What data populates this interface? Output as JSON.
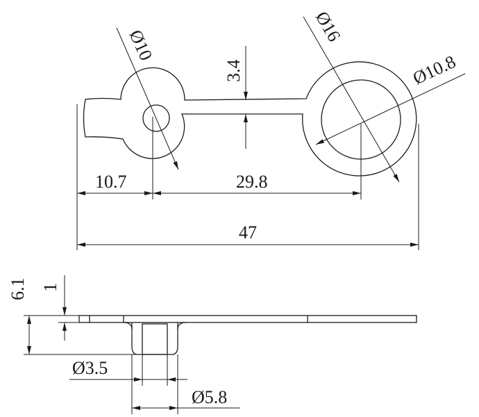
{
  "drawing": {
    "top_view": {
      "dia_small_outer": "Ø10",
      "dia_large_outer": "Ø16",
      "dia_large_inner": "Ø10.8",
      "neck_width": "3.4",
      "offset_left": "10.7",
      "center_distance": "29.8",
      "overall_length": "47"
    },
    "side_view": {
      "total_height": "6.1",
      "plate_thickness": "1",
      "hole_dia": "Ø3.5",
      "boss_dia": "Ø5.8"
    }
  }
}
